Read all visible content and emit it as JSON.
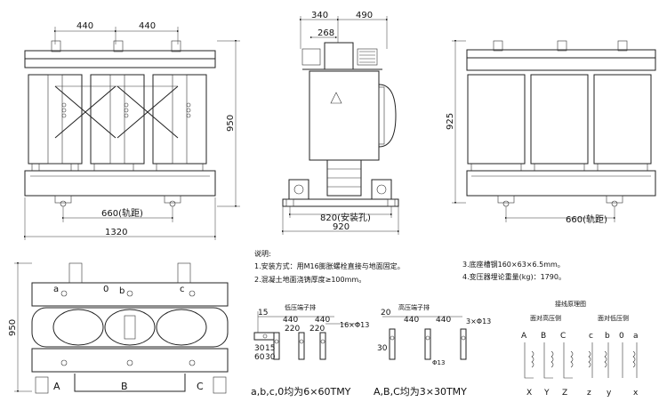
{
  "front_view": {
    "dim_top_left": "440",
    "dim_top_right": "440",
    "dim_height": "950",
    "dim_rail": "660(轨距)",
    "dim_width": "1320"
  },
  "side_view": {
    "dim_top_a": "340",
    "dim_top_b": "490",
    "dim_inner": "268",
    "dim_mount": "820(安装孔)",
    "dim_width": "920"
  },
  "right_view": {
    "dim_height": "925",
    "dim_rail": "660(轨距)"
  },
  "top_view": {
    "dim_height": "950",
    "label_a": "a",
    "label_0": "0",
    "label_b": "b",
    "label_c": "c",
    "label_A": "A",
    "label_B": "B",
    "label_C": "C"
  },
  "notes": {
    "title": "说明:",
    "n1": "1.安装方式：用M16膨胀螺栓直接与地面固定。",
    "n2": "2.混凝土地面浇铸厚度≥100mm。",
    "n3": "3.底座槽钢160×63×6.5mm。",
    "n4": "4.变压器埋论重量(kg)：1790。"
  },
  "lv_terminal": {
    "title": "低压端子排",
    "d15a": "15",
    "d440a": "440",
    "d440b": "440",
    "d220a": "220",
    "d220b": "220",
    "hole": "16×Φ13",
    "d30": "30",
    "d15b": "15",
    "d60": "60",
    "d30b": "30",
    "caption": "a,b,c,0均为6×60TMY"
  },
  "hv_terminal": {
    "title": "高压端子排",
    "d20": "20",
    "d440a": "440",
    "d440b": "440",
    "hole": "3×Φ13",
    "d30": "30",
    "d13": "Φ13",
    "caption": "A,B,C均为3×30TMY"
  },
  "wiring": {
    "title": "接线原理图",
    "hv_side": "面对高压侧",
    "lv_side": "面对低压侧",
    "hv_top": [
      "A",
      "B",
      "C"
    ],
    "lv_top": [
      "c",
      "b",
      "0",
      "a"
    ],
    "hv_bottom": [
      "X",
      "Y",
      "Z"
    ],
    "lv_bottom": [
      "z",
      "y",
      "x"
    ]
  }
}
